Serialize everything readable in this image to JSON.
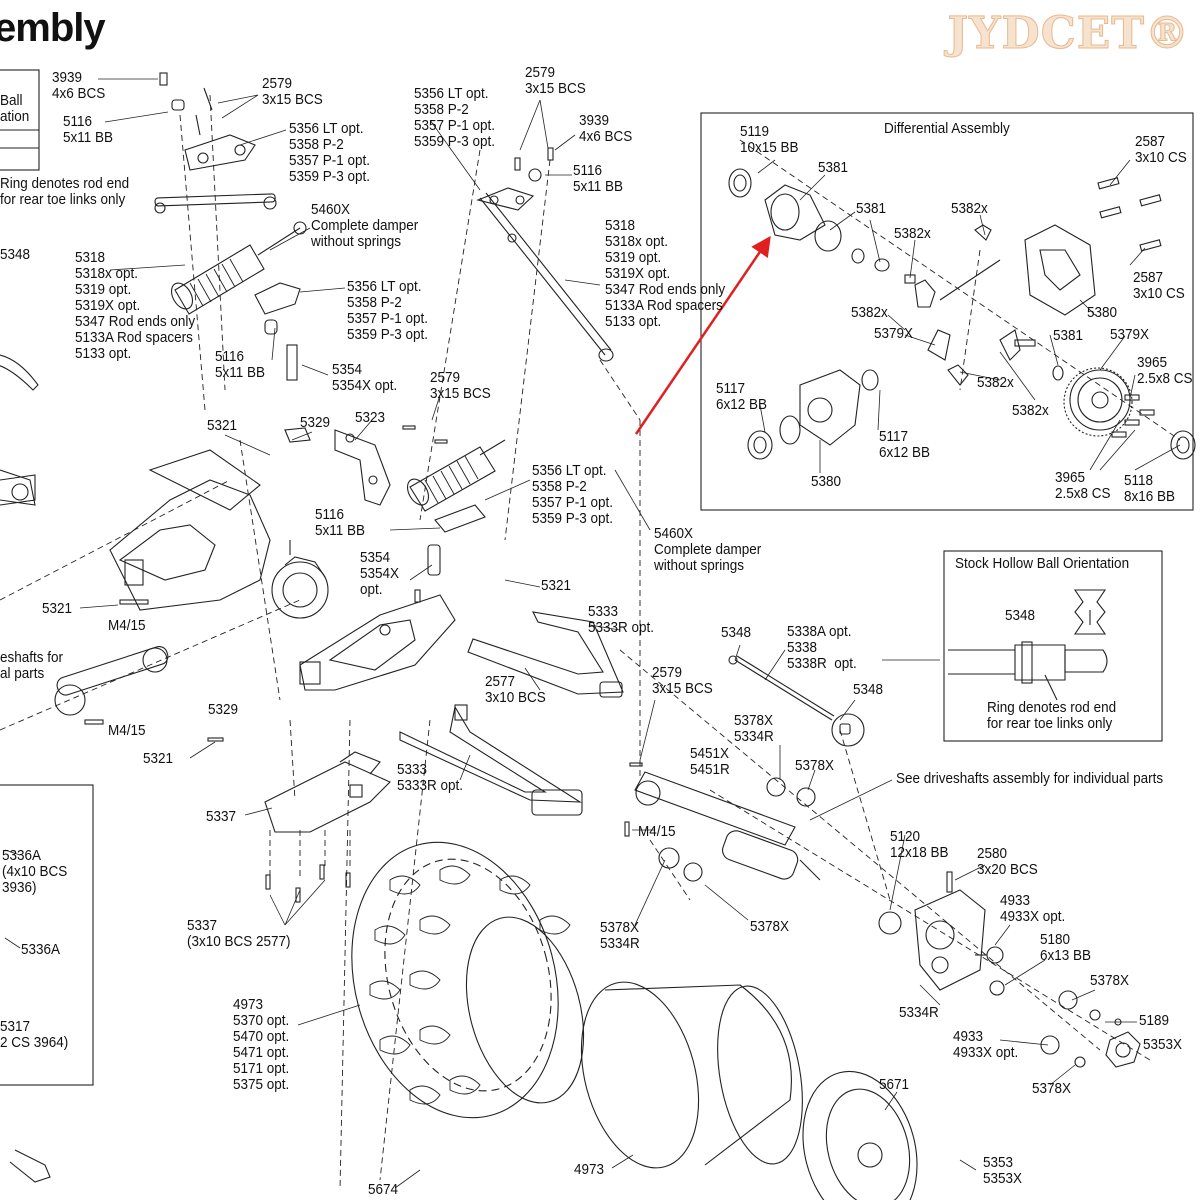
{
  "title": "embly",
  "watermark": "JYDCET®",
  "labels": {
    "l3939a": "3939\n4x6 BCS",
    "l5116a": "5116\n5x11 BB",
    "l2579a": "2579\n3x15 BCS",
    "l5356a": "5356 LT opt.\n5358 P-2\n5357 P-1 opt.\n5359 P-3 opt.",
    "lBallCut": "Ball\nation",
    "lRingL": "Ring denotes rod end\nfor rear toe links only",
    "l5460a": "5460X\nComplete damper\nwithout springs",
    "l5348a": "5348",
    "l5318a": "5318\n5318x opt.\n5319 opt.\n5319X opt.\n5347 Rod ends only\n5133A Rod spacers\n5133 opt.",
    "l5356b": "5356 LT opt.\n5358 P-2\n5357 P-1 opt.\n5359 P-3 opt.",
    "l5116b": "5116\n5x11 BB",
    "l5354a": "5354\n5354X opt.",
    "l2579b": "2579\n3x15 BCS",
    "l5356c": "5356 LT opt.\n5358 P-2\n5357 P-1 opt.\n5359 P-3 opt.",
    "l2579c": "2579\n3x15 BCS",
    "l3939b": "3939\n4x6 BCS",
    "l5116c": "5116\n5x11 BB",
    "l5318b": "5318\n5318x opt.\n5319 opt.\n5319X opt.\n5347 Rod ends only\n5133A Rod spacers\n5133 opt.",
    "l5321a": "5321",
    "l5329a": "5329",
    "l5323": "5323",
    "l5356d": "5356 LT opt.\n5358 P-2\n5357 P-1 opt.\n5359 P-3 opt.",
    "l5116d": "5116\n5x11 BB",
    "l5460b": "5460X\nComplete damper\nwithout springs",
    "l5354b": "5354\n5354X\nopt.",
    "l5321b": "5321",
    "l5321c": "5321",
    "lM415a": "M4/15",
    "lDriveL": "eshafts for\nal parts",
    "lM415b": "M4/15",
    "l5329b": "5329",
    "l5321d": "5321",
    "l5333a": "5333\n5333R opt.",
    "l2577": "2577\n3x10 BCS",
    "l2579d": "2579\n3x15 BCS",
    "l5348b": "5348",
    "l5338": "5338A opt.\n5338\n5338R  opt.",
    "l5348c": "5348",
    "l5378a": "5378X\n5334R",
    "l5451": "5451X\n5451R",
    "l5378b": "5378X",
    "lSeeDrive": "See driveshafts assembly for individual parts",
    "l5333b": "5333\n5333R opt.",
    "l5337a": "5337",
    "lM415c": "M4/15",
    "l5336a": "5336A\n(4x10 BCS\n3936)",
    "l5336b": "5336A",
    "l5317": "5317\n2 CS 3964)",
    "l5337b": "5337\n(3x10 BCS 2577)",
    "l5378c": "5378X\n5334R",
    "l5378d": "5378X",
    "l5120": "5120\n12x18 BB",
    "l2580": "2580\n3x20 BCS",
    "l4933a": "4933\n4933X opt.",
    "l5180": "5180\n6x13 BB",
    "l5378e": "5378X",
    "l5189": "5189",
    "l5353a": "5353X",
    "l5334R": "5334R",
    "l4933b": "4933\n4933X opt.",
    "l5378f": "5378X",
    "l4973a": "4973\n5370 opt.\n5470 opt.\n5471 opt.\n5171 opt.\n5375 opt.",
    "l5671": "5671",
    "l4973b": "4973",
    "l5674": "5674",
    "l5353b": "5353\n5353X"
  },
  "differential_box": {
    "title": "Differential Assembly",
    "labels": {
      "d5119": "5119\n10x15 BB",
      "d5381a": "5381",
      "d5381b": "5381",
      "d5382a": "5382x",
      "d5382b": "5382x",
      "d2587a": "2587\n3x10 CS",
      "d2587b": "2587\n3x10 CS",
      "d5380a": "5380",
      "d5382c": "5382x",
      "d5379a": "5379X",
      "d5381c": "5381",
      "d5379b": "5379X",
      "d3965a": "3965\n2.5x8 CS",
      "d5117a": "5117\n6x12 BB",
      "d5382d": "5382x",
      "d5382e": "5382x",
      "d5117b": "5117\n6x12 BB",
      "d5380b": "5380",
      "d3965b": "3965\n2.5x8 CS",
      "d5118": "5118\n8x16 BB"
    }
  },
  "hollow_ball_box": {
    "title": "Stock Hollow Ball Orientation",
    "part": "5348",
    "note": "Ring denotes rod end\nfor rear toe links only"
  },
  "colors": {
    "arrow": "#e02020",
    "line": "#222222",
    "watermark": "#e8b98f"
  }
}
